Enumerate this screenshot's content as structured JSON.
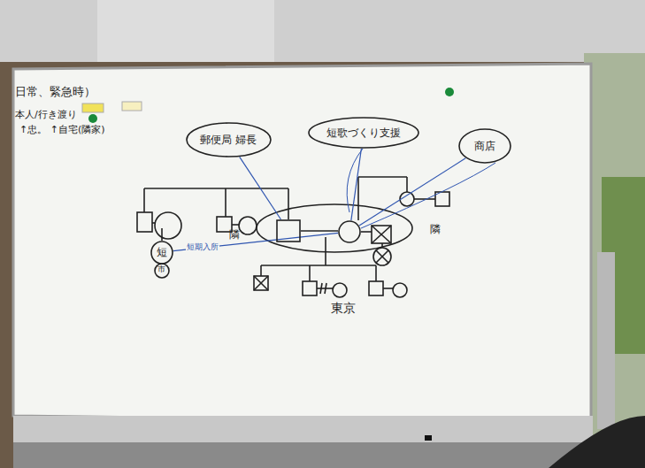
{
  "diagram": {
    "nodes": [
      {
        "text": [
          "郵便局 婦長"
        ]
      },
      {
        "text": [
          "短歌づくり支援"
        ]
      },
      {
        "text": [
          "商店"
        ]
      },
      {
        "text": []
      },
      {
        "text": []
      },
      {
        "text": [
          "短"
        ]
      }
    ],
    "edges": [
      {
        "from": 0,
        "to": 3,
        "arrow": "none"
      },
      {
        "from": 1,
        "to": 4,
        "arrow": "none"
      },
      {
        "from": 2,
        "to": 4,
        "arrow": "none"
      },
      {
        "from": 4,
        "to": 5,
        "label": "短期入所",
        "arrow": "none"
      }
    ],
    "labels": [
      "日常、緊急時）",
      "本人/行き渡り",
      "↑忠。 ↑自宅(隣家)",
      "市",
      "隣",
      "隣",
      "東京"
    ]
  }
}
